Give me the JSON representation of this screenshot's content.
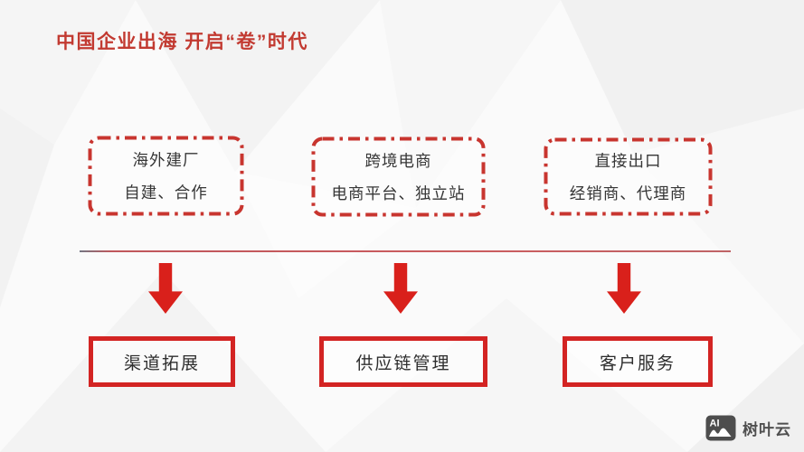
{
  "title": "中国企业出海 开启“卷”时代",
  "columns": [
    {
      "mode_line1": "海外建厂",
      "mode_line2": "自建、合作",
      "focus": "渠道拓展"
    },
    {
      "mode_line1": "跨境电商",
      "mode_line2": "电商平台、独立站",
      "focus": "供应链管理"
    },
    {
      "mode_line1": "直接出口",
      "mode_line2": "经销商、代理商",
      "focus": "客户服务"
    }
  ],
  "logo": {
    "badge_text": "AI",
    "brand_name": "树叶云"
  },
  "colors": {
    "title_red": "#c23a31",
    "dashed_border_red": "#c8352f",
    "solid_border_red": "#d32423",
    "arrow_red": "#d9201b",
    "divider_red": "#b53a3f",
    "text_dark": "#363636",
    "logo_gray": "#4d4d4d"
  }
}
